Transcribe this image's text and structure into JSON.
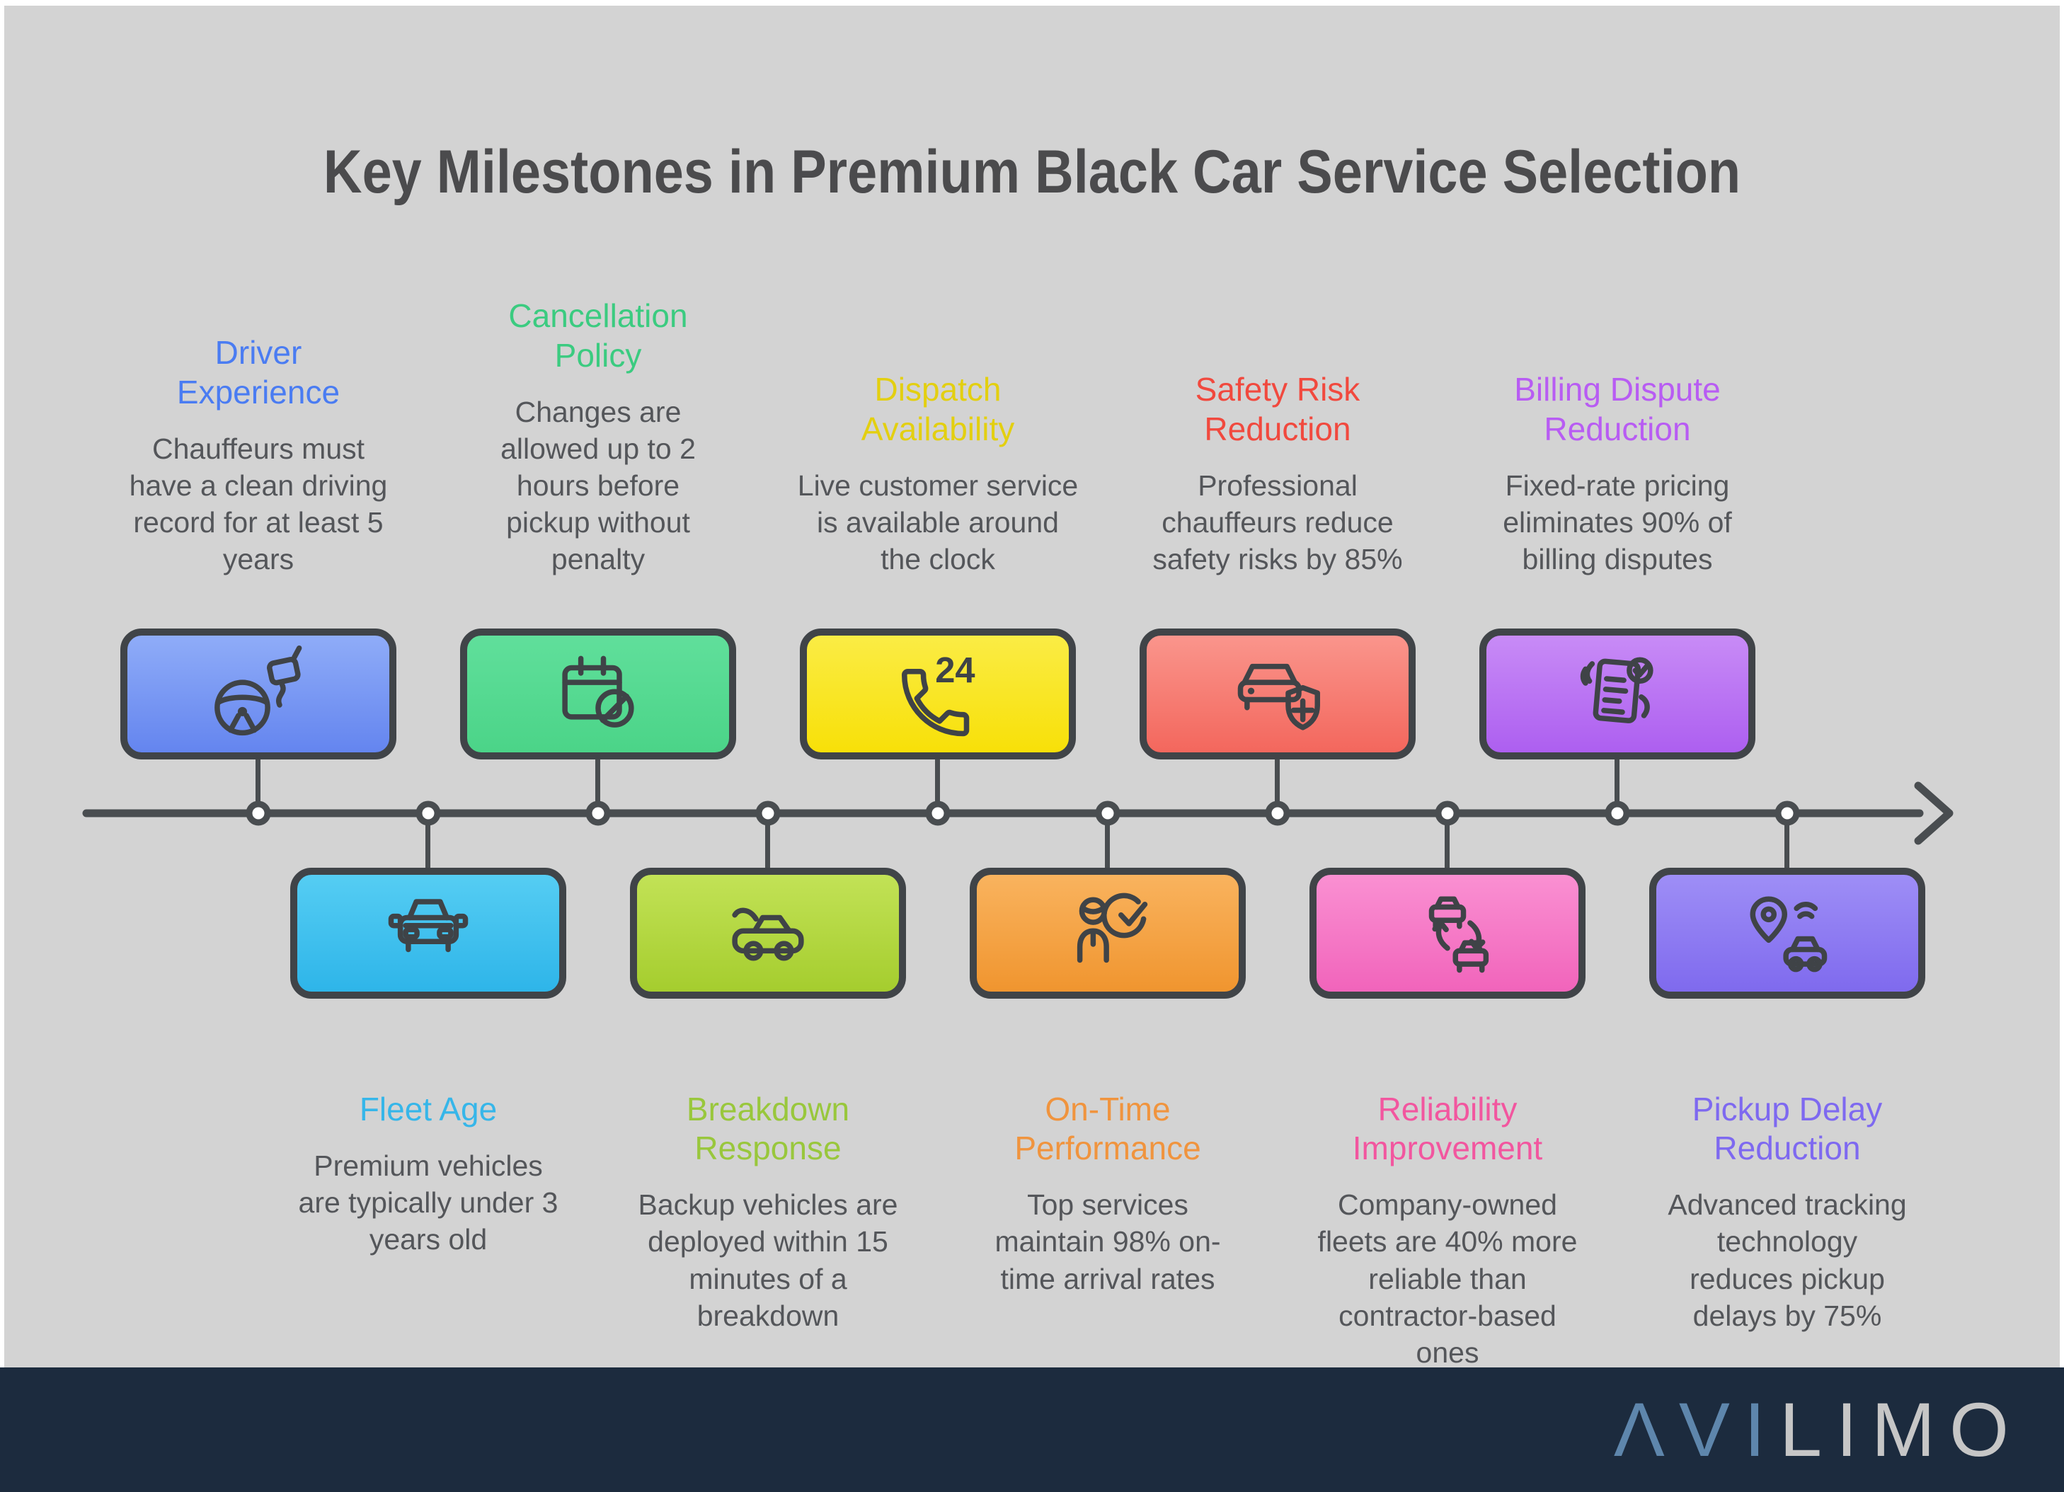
{
  "page": {
    "background": "#D3D3D3",
    "frame_color": "#FFFFFF"
  },
  "title": {
    "text": "Key Milestones in Premium Black Car Service Selection",
    "color": "#4B4B4D"
  },
  "timeline": {
    "line_color": "#494D50",
    "node_fill": "#FFFFFF",
    "node_count": 10,
    "direction": "left-to-right-arrow"
  },
  "top_milestones": [
    {
      "title": "Driver Experience",
      "body": "Chauffeurs must have a clean driving record for at least 5 years",
      "title_color": "#4A7CF2",
      "box_gradient": [
        "#8FACF8",
        "#6485EF"
      ],
      "icon": "steering-wheel-mirror"
    },
    {
      "title": "Cancellation Policy",
      "body": "Changes are allowed up to 2 hours before pickup without penalty",
      "title_color": "#3BCB80",
      "box_gradient": [
        "#60DF9B",
        "#4BD488"
      ],
      "icon": "calendar-cancelled"
    },
    {
      "title": "Dispatch Availability",
      "body": "Live customer service is available around the clock",
      "title_color": "#E3CF10",
      "box_gradient": [
        "#FAEC45",
        "#F8E008"
      ],
      "icon": "phone-24h",
      "icon_label": "24"
    },
    {
      "title": "Safety Risk Reduction",
      "body": "Professional chauffeurs reduce safety risks by 85%",
      "title_color": "#F1493E",
      "box_gradient": [
        "#FA958C",
        "#F3675D"
      ],
      "icon": "car-shield-plus"
    },
    {
      "title": "Billing Dispute Reduction",
      "body": "Fixed-rate pricing eliminates 90% of billing disputes",
      "title_color": "#B85CF3",
      "box_gradient": [
        "#C88BF6",
        "#AD5FF0"
      ],
      "icon": "invoice-check-hands"
    }
  ],
  "bottom_milestones": [
    {
      "title": "Fleet Age",
      "body": "Premium vehicles are typically under 3 years old",
      "title_color": "#36B6E9",
      "box_gradient": [
        "#55CDF3",
        "#2EB5E9"
      ],
      "icon": "car-front"
    },
    {
      "title": "Breakdown Response",
      "body": "Backup vehicles are deployed within 15 minutes of a breakdown",
      "title_color": "#99C73C",
      "box_gradient": [
        "#C2E256",
        "#A5CD2E"
      ],
      "icon": "car-open-hood"
    },
    {
      "title": "On-Time Performance",
      "body": "Top services maintain 98% on-time arrival rates",
      "title_color": "#F0943E",
      "box_gradient": [
        "#F9B35E",
        "#F0952F"
      ],
      "icon": "person-checkmark"
    },
    {
      "title": "Reliability Improvement",
      "body": "Company-owned fleets are 40% more reliable than contractor-based ones",
      "title_color": "#F2569F",
      "box_gradient": [
        "#FA90D2",
        "#F164BB"
      ],
      "icon": "cars-exchange"
    },
    {
      "title": "Pickup Delay Reduction",
      "body": "Advanced tracking technology reduces pickup delays by 75%",
      "title_color": "#7E69F0",
      "box_gradient": [
        "#9E8EF6",
        "#7F6AEE"
      ],
      "icon": "location-pin-car"
    }
  ],
  "footer": {
    "bar_color": "#1C2B3E",
    "logo_accent": "ΛVI",
    "logo_rest": "LIMO",
    "logo_accent_color": "#5E86AC",
    "logo_rest_color": "#C6C6C6"
  }
}
